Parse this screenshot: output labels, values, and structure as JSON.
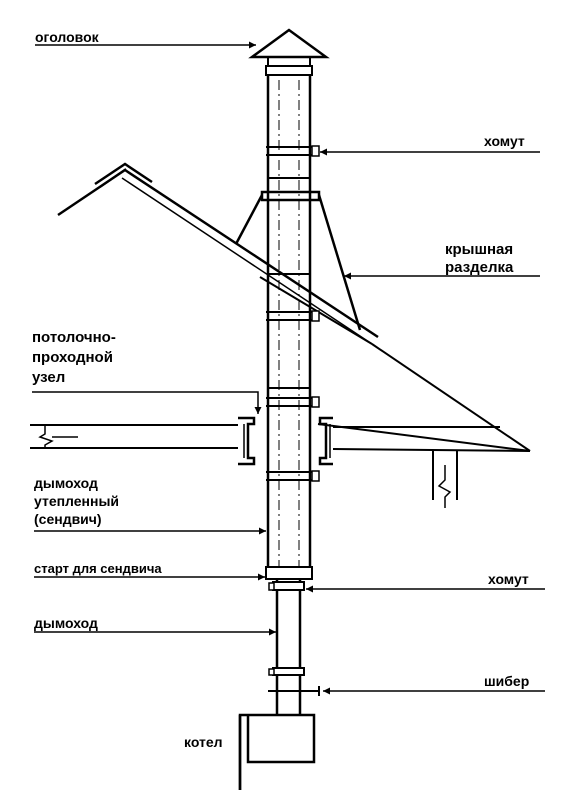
{
  "labels": {
    "cap": "оголовок",
    "clamp_top": "хомут",
    "roof_flashing_1": "крышная",
    "roof_flashing_2": "разделка",
    "ceiling_unit_1": "потолочно-",
    "ceiling_unit_2": "проходной",
    "ceiling_unit_3": "узел",
    "sandwich_1": "дымоход",
    "sandwich_2": "утепленный",
    "sandwich_3": "(сендвич)",
    "sandwich_start": "старт для сендвича",
    "clamp_bottom": "хомут",
    "chimney": "дымоход",
    "damper": "шибер",
    "boiler": "котел"
  },
  "colors": {
    "ink": "#000000",
    "paper": "#ffffff"
  }
}
